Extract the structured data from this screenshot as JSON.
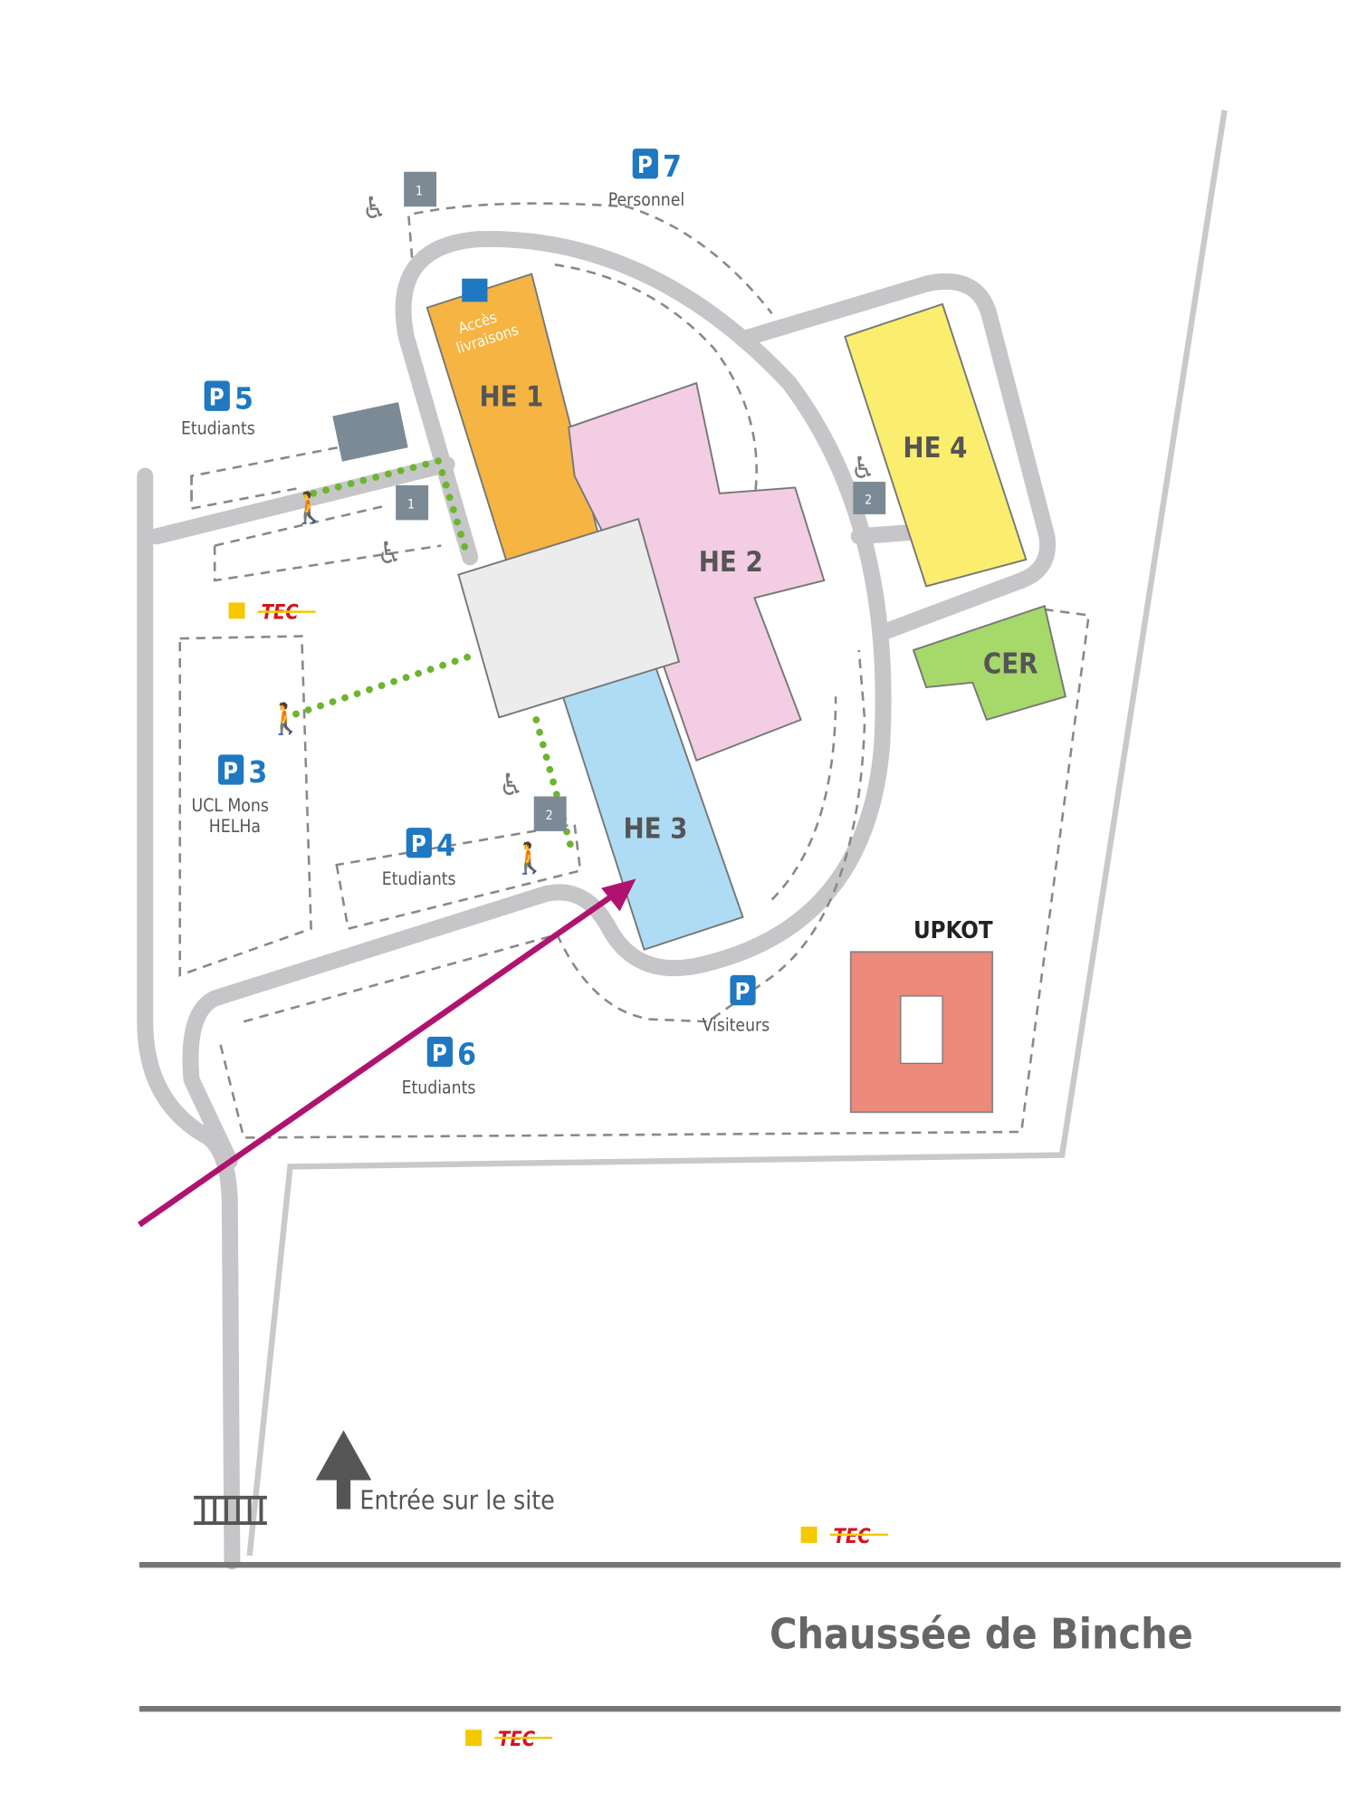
{
  "map": {
    "buildings": {
      "he1": "HE 1",
      "he2": "HE 2",
      "he3": "HE 3",
      "he4": "HE 4",
      "cer": "CER",
      "upkot": "UPKOT"
    },
    "delivery_label": [
      "Accès",
      "livraisons"
    ],
    "parking": [
      {
        "id": "P",
        "number": "7",
        "label": "Personnel"
      },
      {
        "id": "P",
        "number": "5",
        "label": "Etudiants"
      },
      {
        "id": "P",
        "number": "3",
        "label": "UCL Mons",
        "label2": "HELHa"
      },
      {
        "id": "P",
        "number": "4",
        "label": "Etudiants"
      },
      {
        "id": "P",
        "number": "6",
        "label": "Etudiants"
      },
      {
        "id": "P",
        "number": "",
        "label": "Visiteurs"
      }
    ],
    "accessible_spots": [
      "1",
      "1",
      "2",
      "2"
    ],
    "bus_stop_label": "TEC",
    "entrance_label": "Entrée sur le site",
    "street_name": "Chaussée de Binche",
    "colors": {
      "he1": "#f6b442",
      "he2": "#f3cde3",
      "he3": "#aedcf4",
      "he4": "#fbee6e",
      "cer": "#a6d86a",
      "upkot": "#ec8a7b",
      "central": "#ececec",
      "arrow": "#b0136f",
      "parking": "#1f78c1",
      "walk": "#6cb52e"
    }
  }
}
